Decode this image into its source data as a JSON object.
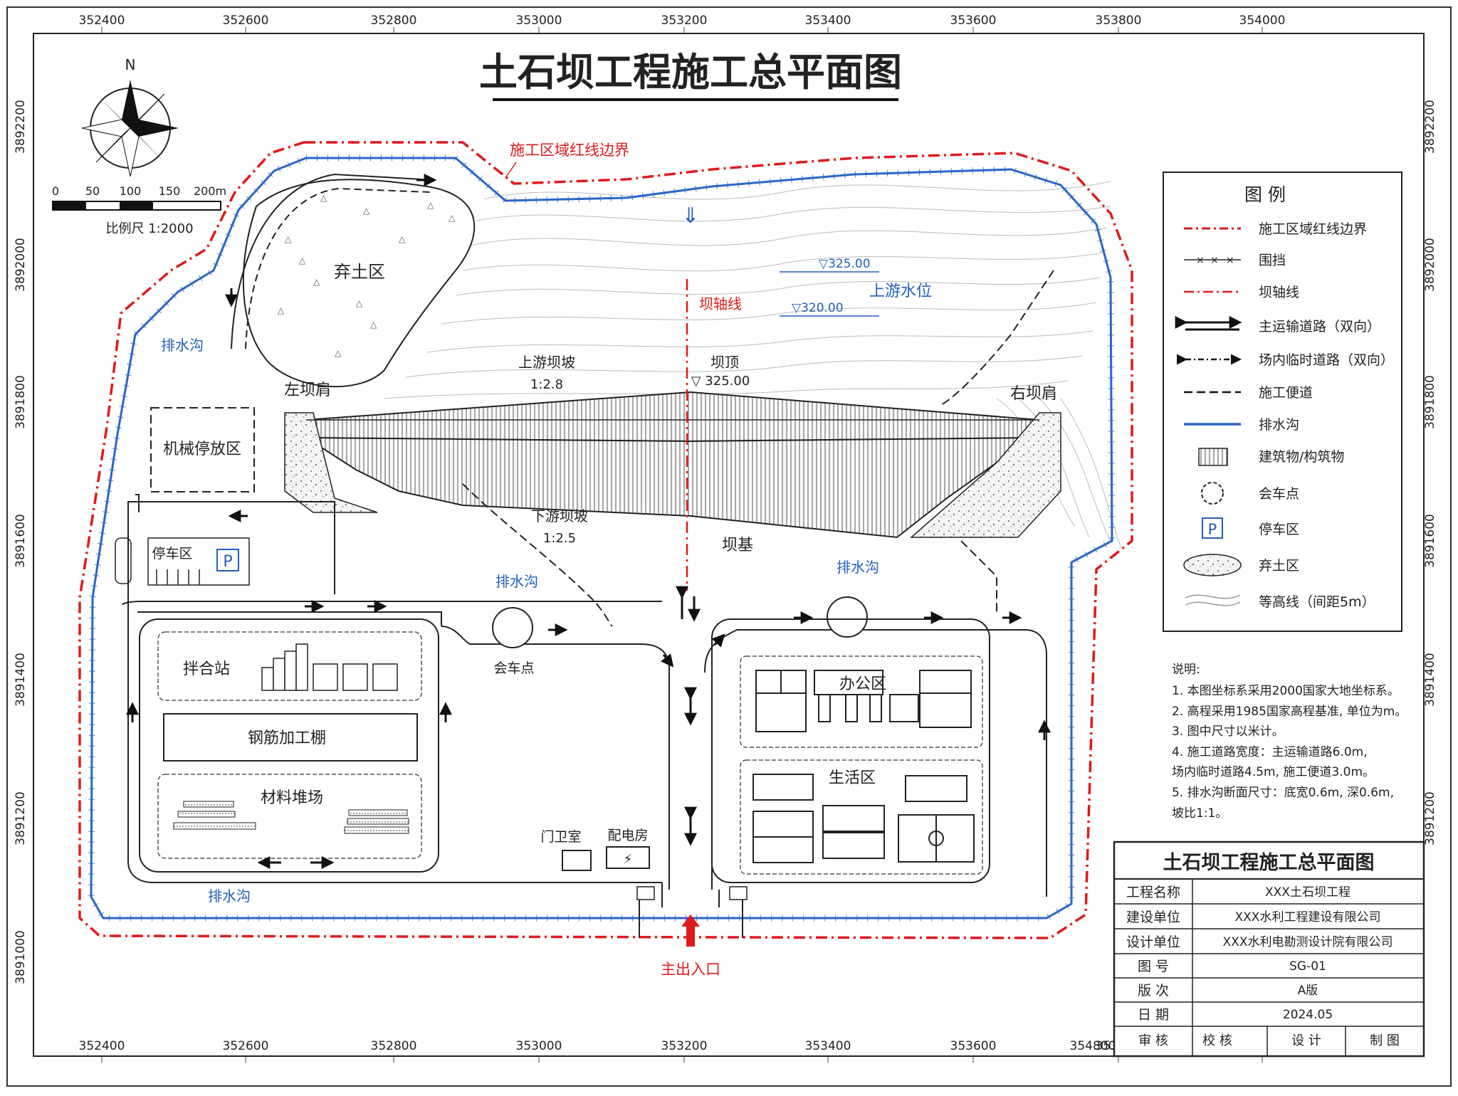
{
  "title": "土石坝工程施工总平面图",
  "north": "N",
  "scale_bar": {
    "ticks": [
      "0",
      "50",
      "100",
      "150",
      "200m"
    ],
    "label": "比例尺  1:2000"
  },
  "coords": {
    "x_top": [
      "352400",
      "352600",
      "352800",
      "353000",
      "353200",
      "353400",
      "353600",
      "353800",
      "354000"
    ],
    "x_bottom": [
      "352400",
      "352600",
      "352800",
      "353000",
      "353200",
      "353400",
      "353600",
      "353800",
      "354800"
    ],
    "y": [
      "3892200",
      "3892000",
      "3891800",
      "3891600",
      "3891400",
      "3891200",
      "3891000"
    ]
  },
  "map_labels": {
    "red_line": "施工区域红线边界",
    "spoil": "弃土区",
    "drain": "排水沟",
    "machinery": "机械停放区",
    "parking": "停车区",
    "parking_p": "P",
    "left_shoulder": "左坝肩",
    "right_shoulder": "右坝肩",
    "dam_axis": "坝轴线",
    "upstream_level": "上游水位",
    "wl1": "▽325.00",
    "wl2": "▽320.00",
    "up_slope": "上游坝坡",
    "up_ratio": "1:2.8",
    "crest": "坝顶",
    "crest_el": "▽ 325.00",
    "down_slope": "下游坝坡",
    "down_ratio": "1:2.5",
    "foundation": "坝基",
    "passing": "会车点",
    "mixing": "拌合站",
    "rebar": "钢筋加工棚",
    "material": "材料堆场",
    "office": "办公区",
    "living": "生活区",
    "guard": "门卫室",
    "power": "配电房",
    "power_sym": "⚡",
    "entrance": "主出入口"
  },
  "legend": {
    "title": "图  例",
    "items": [
      "施工区域红线边界",
      "围挡",
      "坝轴线",
      "主运输道路（双向）",
      "场内临时道路（双向）",
      "施工便道",
      "排水沟",
      "建筑物/构筑物",
      "会车点",
      "停车区",
      "弃土区",
      "等高线（间距5m）"
    ]
  },
  "notes": {
    "title": "说明:",
    "lines": [
      "1. 本图坐标系采用2000国家大地坐标系。",
      "2. 高程采用1985国家高程基准, 单位为m。",
      "3. 图中尺寸以米计。",
      "4. 施工道路宽度：主运输道路6.0m,",
      "    场内临时道路4.5m, 施工便道3.0m。",
      "5. 排水沟断面尺寸：底宽0.6m, 深0.6m,",
      "    坡比1:1。"
    ]
  },
  "title_block": {
    "title": "土石坝工程施工总平面图",
    "rows": [
      {
        "label": "工程名称",
        "value": "XXX土石坝工程"
      },
      {
        "label": "建设单位",
        "value": "XXX水利工程建设有限公司"
      },
      {
        "label": "设计单位",
        "value": "XXX水利电勘测设计院有限公司"
      },
      {
        "label": "图    号",
        "value": "SG-01"
      },
      {
        "label": "版    次",
        "value": "A版"
      },
      {
        "label": "日    期",
        "value": "2024.05"
      }
    ],
    "sign": [
      "审 核",
      "校 核",
      "设 计",
      "制 图"
    ]
  }
}
